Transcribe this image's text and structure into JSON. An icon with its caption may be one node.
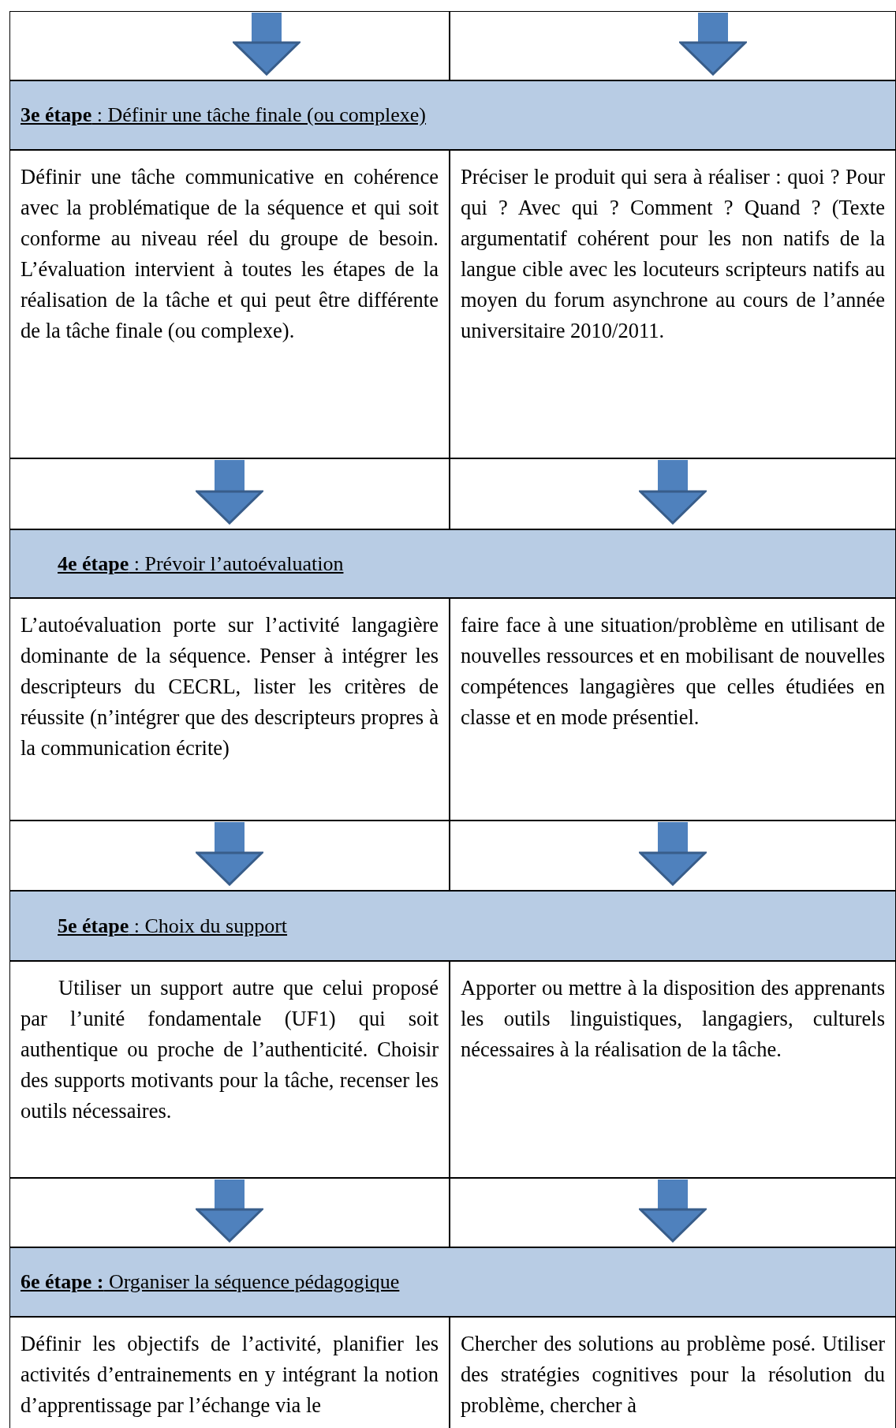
{
  "diagram": {
    "nodes": [
      {
        "text": [
          "**3e étape** : Définir une tâche finale (ou complexe)"
        ]
      },
      {
        "text": [
          "Définir une tâche communicative en cohérence avec la problématique de la séquence et qui soit conforme au niveau réel du groupe de besoin. L’évaluation intervient à toutes les étapes de la réalisation de la tâche et qui peut être différente de la tâche finale (ou complexe)."
        ]
      },
      {
        "text": [
          "Préciser le produit qui sera à réaliser : quoi ? Pour qui ? Avec qui ? Comment ? Quand ? (Texte argumentatif cohérent pour les non natifs de la langue cible avec les locuteurs scripteurs natifs au moyen du forum asynchrone au cours de l’année universitaire 2010/2011."
        ]
      },
      {
        "text": [
          "**4e étape** : Prévoir l’autoévaluation"
        ]
      },
      {
        "text": [
          "L’autoévaluation porte sur l’activité langagière dominante de la séquence. Penser à intégrer les descripteurs du CECRL, lister les critères de réussite (n’intégrer que des descripteurs propres à la communication écrite)"
        ]
      },
      {
        "text": [
          "faire face à une situation/problème en utilisant de nouvelles ressources et en mobilisant de nouvelles compétences langagières que celles étudiées en classe et en mode présentiel."
        ]
      },
      {
        "text": [
          "**5e étape** : Choix du support"
        ]
      },
      {
        "text": [
          "Utiliser un support autre que celui proposé par l’unité fondamentale (UF1) qui soit authentique ou proche de l’authenticité. Choisir des supports motivants pour la tâche, recenser les outils nécessaires."
        ]
      },
      {
        "text": [
          "Apporter ou mettre à la disposition des apprenants les outils linguistiques, langagiers, culturels nécessaires à la réalisation de la tâche."
        ]
      },
      {
        "text": [
          "**6e étape :** Organiser la séquence pédagogique"
        ]
      },
      {
        "text": [
          "Définir les objectifs de l’activité, planifier les activités d’entrainements en y intégrant la notion d’apprentissage par l’échange via le"
        ]
      },
      {
        "text": [
          "Chercher des solutions au problème posé. Utiliser des stratégies cognitives pour la résolution du problème, chercher à"
        ]
      }
    ],
    "edges": [
      {
        "from": null,
        "to": 0,
        "arrow": "to"
      },
      {
        "from": null,
        "to": 0,
        "arrow": "to"
      },
      {
        "from": 1,
        "to": 3,
        "arrow": "to"
      },
      {
        "from": 2,
        "to": 3,
        "arrow": "to"
      },
      {
        "from": 4,
        "to": 6,
        "arrow": "to"
      },
      {
        "from": 5,
        "to": 6,
        "arrow": "to"
      },
      {
        "from": 7,
        "to": 9,
        "arrow": "to"
      },
      {
        "from": 8,
        "to": 9,
        "arrow": "to"
      }
    ]
  }
}
